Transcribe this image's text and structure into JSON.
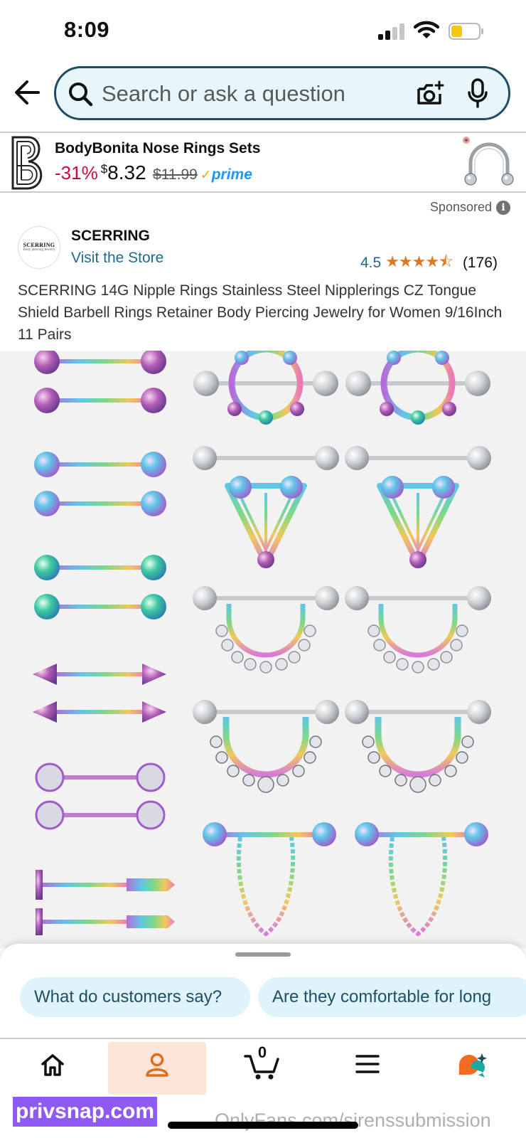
{
  "status_bar": {
    "time": "8:09"
  },
  "search": {
    "placeholder": "Search or ask a question",
    "icons": [
      "back-arrow-icon",
      "search-icon",
      "camera-icon",
      "microphone-icon"
    ]
  },
  "banner": {
    "title": "BodyBonita Nose Rings Sets",
    "discount": "-31%",
    "currency": "$",
    "price": "8.32",
    "old_price": "$11.99",
    "prime_check": "✓",
    "prime_label": "prime"
  },
  "sponsored": {
    "label": "Sponsored",
    "info_glyph": "i"
  },
  "store": {
    "logo_text": "SCERRING",
    "logo_subtext": "Body piercing Jewelry",
    "name": "SCERRING",
    "visit_label": "Visit the Store",
    "rating": "4.5",
    "stars": "★★★★⯪",
    "review_count": "(176)"
  },
  "product": {
    "title": "SCERRING 14G Nipple Rings Stainless Steel Nipplerings CZ Tongue Shield Barbell Rings Retainer Body Piercing Jewelry for Women 9/16Inch 11 Pairs"
  },
  "questions": {
    "chips": [
      "What do customers say?",
      "Are they comfortable for long"
    ]
  },
  "nav": {
    "items": [
      "home-icon",
      "account-icon",
      "cart-icon",
      "menu-icon",
      "rufus-icon"
    ],
    "active": "account-icon",
    "cart_count": "0"
  },
  "watermarks": {
    "left": "privsnap.com",
    "right": "OnlyFans.com/sirenssubmission"
  },
  "colors": {
    "search_border": "#1f4e63",
    "search_fill": "#e7f6fb",
    "discount": "#cc0c39",
    "link": "#1f6a8f",
    "star": "#de7921",
    "prime": "#1a98ff",
    "nav_active": "#fbe6d9",
    "account_icon": "#e06c1e"
  }
}
